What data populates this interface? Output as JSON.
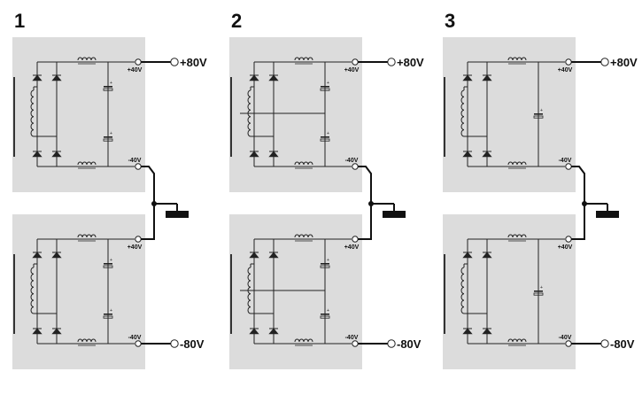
{
  "diagrams": [
    {
      "number": "1",
      "variant": "two-caps",
      "top_rail_label": "+40V",
      "top_ground_label": "-40V",
      "bottom_rail_label": "+40V",
      "bottom_ground_label": "-40V",
      "top_output_label": "+80V",
      "bottom_output_label": "-80V"
    },
    {
      "number": "2",
      "variant": "two-caps-centertap",
      "top_rail_label": "+40V",
      "top_ground_label": "-40V",
      "bottom_rail_label": "+40V",
      "bottom_ground_label": "-40V",
      "top_output_label": "+80V",
      "bottom_output_label": "-80V"
    },
    {
      "number": "3",
      "variant": "single-cap",
      "top_rail_label": "+40V",
      "top_ground_label": "-40V",
      "bottom_rail_label": "+40V",
      "bottom_ground_label": "-40V",
      "top_output_label": "+80V",
      "bottom_output_label": "-80V"
    }
  ],
  "colors": {
    "panel": "#dcdcdc",
    "wire": "#222222",
    "background": "#ffffff"
  },
  "icons": {
    "ground": "ground-symbol-icon",
    "terminal": "terminal-circle-icon",
    "diode": "diode-icon",
    "inductor": "inductor-icon",
    "capacitor": "capacitor-icon",
    "transformer": "transformer-winding-icon"
  }
}
